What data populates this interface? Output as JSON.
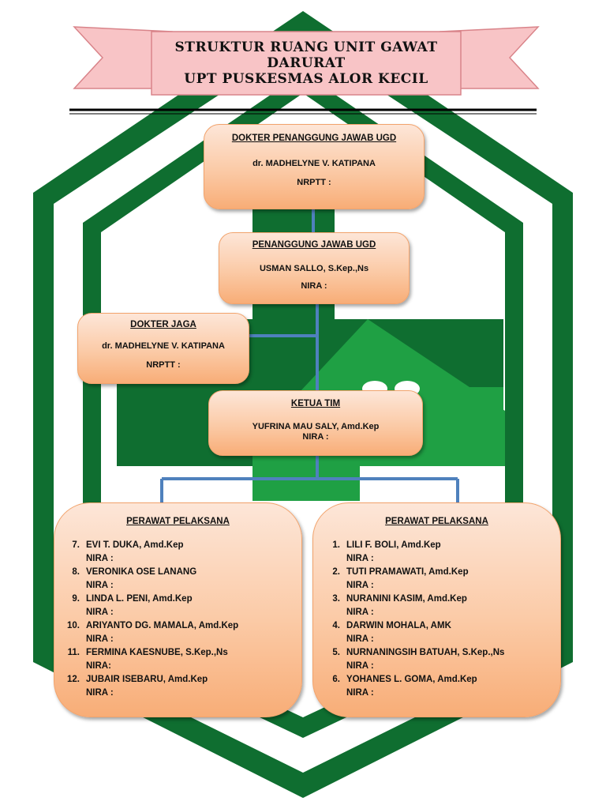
{
  "header": {
    "title_lines": [
      "STRUKTUR RUANG UNIT GAWAT",
      "DARURAT",
      "UPT PUSKESMAS ALOR KECIL"
    ]
  },
  "colors": {
    "banner_fill": "#f8c4c6",
    "banner_stroke": "#d9848a",
    "logo_dark_green": "#0f6e30",
    "logo_light_green": "#1fa044",
    "box_fill_top": "#fde6d8",
    "box_fill_bottom": "#f8ad77",
    "connector_blue": "#4f81bd"
  },
  "nodes": {
    "dokter_pj": {
      "title": "DOKTER PENANGGUNG JAWAB UGD",
      "name": "dr. MADHELYNE V. KATIPANA",
      "id_label": "NRPTT :"
    },
    "pj_ugd": {
      "title": "PENANGGUNG JAWAB UGD",
      "name": "USMAN SALLO, S.Kep.,Ns",
      "id_label": "NIRA :"
    },
    "dokter_jaga": {
      "title": "DOKTER JAGA",
      "name": "dr. MADHELYNE V. KATIPANA",
      "id_label": "NRPTT :"
    },
    "ketua_tim": {
      "title": "KETUA TIM",
      "name": "YUFRINA MAU SALY, Amd.Kep",
      "id_label": "NIRA :"
    },
    "perawat_left": {
      "title": "PERAWAT PELAKSANA",
      "members": [
        {
          "num": "7.",
          "name": "EVI T. DUKA, Amd.Kep",
          "id_label": "NIRA :"
        },
        {
          "num": "8.",
          "name": "VERONIKA OSE LANANG",
          "id_label": "NIRA :"
        },
        {
          "num": "9.",
          "name": "LINDA L. PENI, Amd.Kep",
          "id_label": "NIRA :"
        },
        {
          "num": "10.",
          "name": "ARIYANTO DG. MAMALA, Amd.Kep",
          "id_label": "NIRA :"
        },
        {
          "num": "11.",
          "name": "FERMINA KAESNUBE, S.Kep.,Ns",
          "id_label": "NIRA:"
        },
        {
          "num": "12.",
          "name": "JUBAIR ISEBARU, Amd.Kep",
          "id_label": "NIRA :"
        }
      ]
    },
    "perawat_right": {
      "title": "PERAWAT PELAKSANA",
      "members": [
        {
          "num": "1.",
          "name": "LILI F. BOLI, Amd.Kep",
          "id_label": "NIRA :"
        },
        {
          "num": "2.",
          "name": "TUTI PRAMAWATI, Amd.Kep",
          "id_label": "NIRA :"
        },
        {
          "num": "3.",
          "name": "NURANINI KASIM, Amd.Kep",
          "id_label": "NIRA :"
        },
        {
          "num": "4.",
          "name": "DARWIN MOHALA,  AMK",
          "id_label": "NIRA :"
        },
        {
          "num": "5.",
          "name": "NURNANINGSIH BATUAH, S.Kep.,Ns",
          "id_label": "NIRA :"
        },
        {
          "num": "6.",
          "name": "YOHANES L. GOMA, Amd.Kep",
          "id_label": "NIRA :"
        }
      ]
    }
  }
}
